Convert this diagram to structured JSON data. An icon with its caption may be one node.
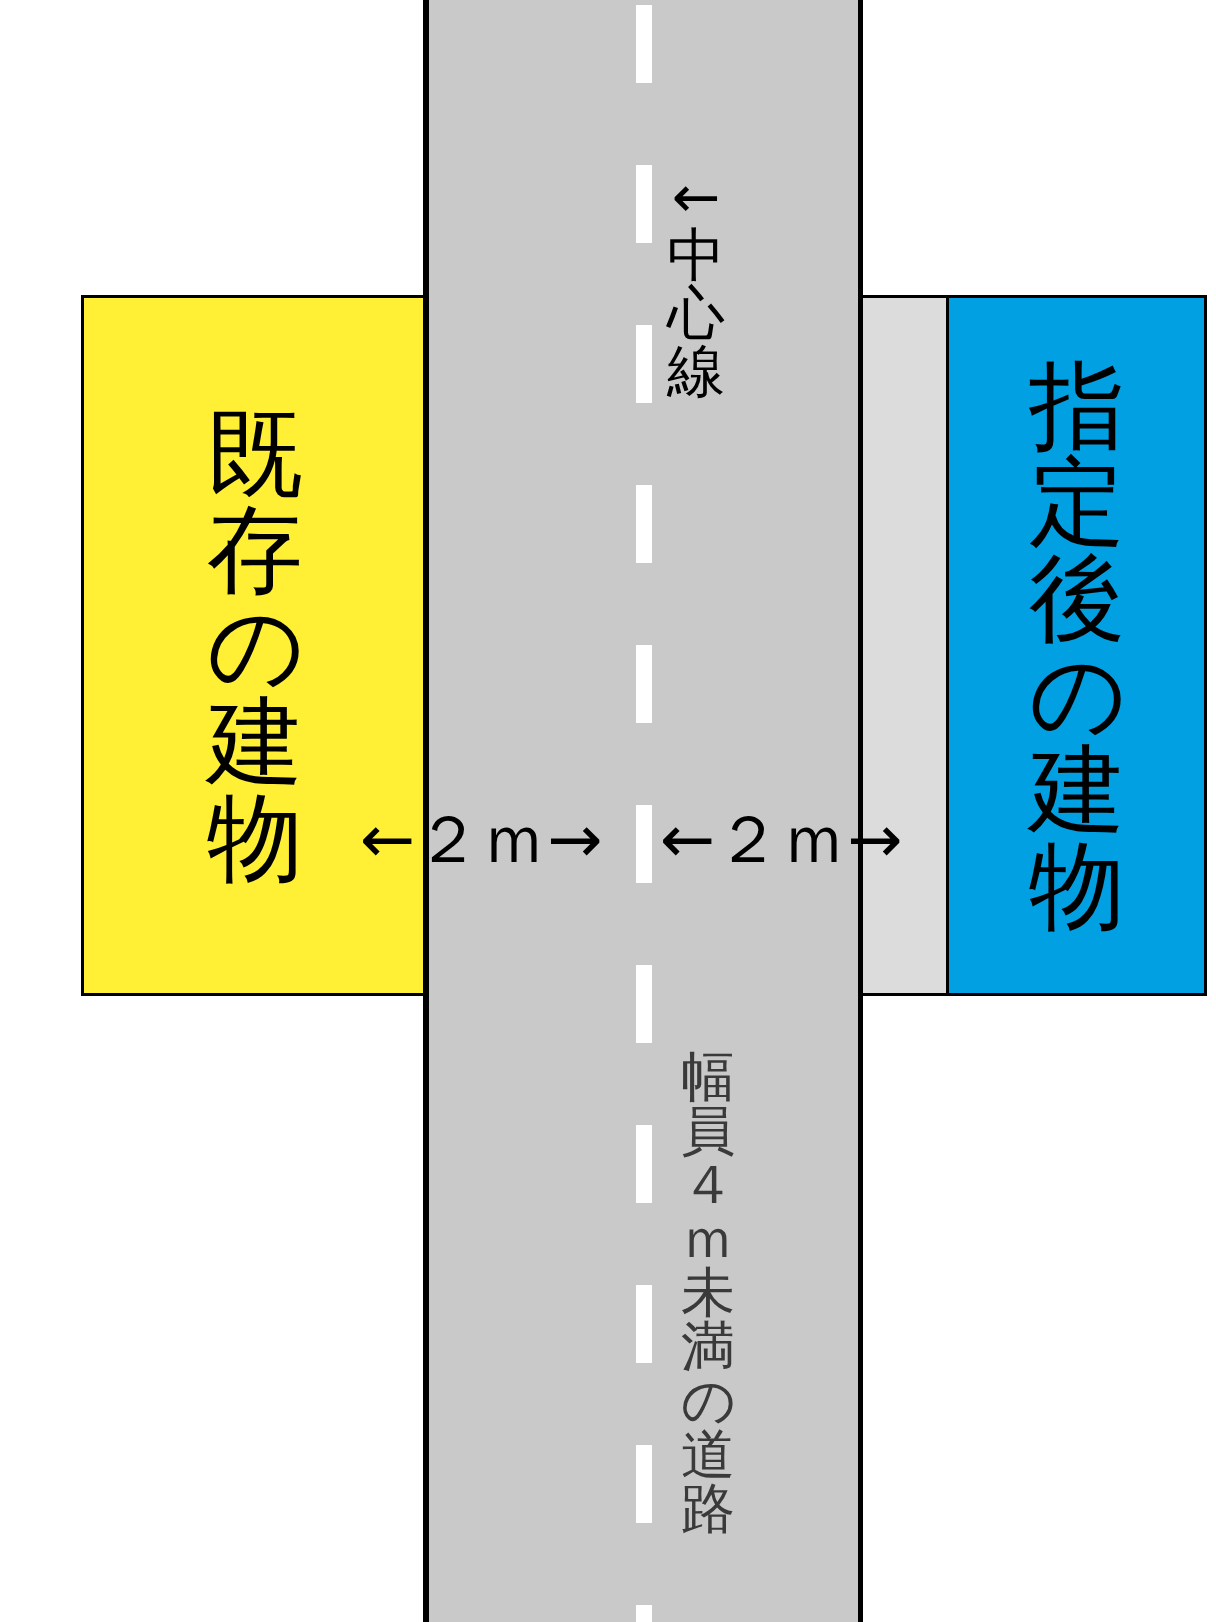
{
  "diagram": {
    "nodes": [
      {
        "text": [
          "既存の建物"
        ]
      },
      {
        "text": [
          "幅員４ｍ未満の道路"
        ]
      },
      {
        "text": [],
        "shape": "box"
      },
      {
        "text": [
          "指定後の建物"
        ]
      }
    ],
    "labels": [
      "←中心線",
      "←２ｍ→",
      "←２ｍ→"
    ]
  }
}
